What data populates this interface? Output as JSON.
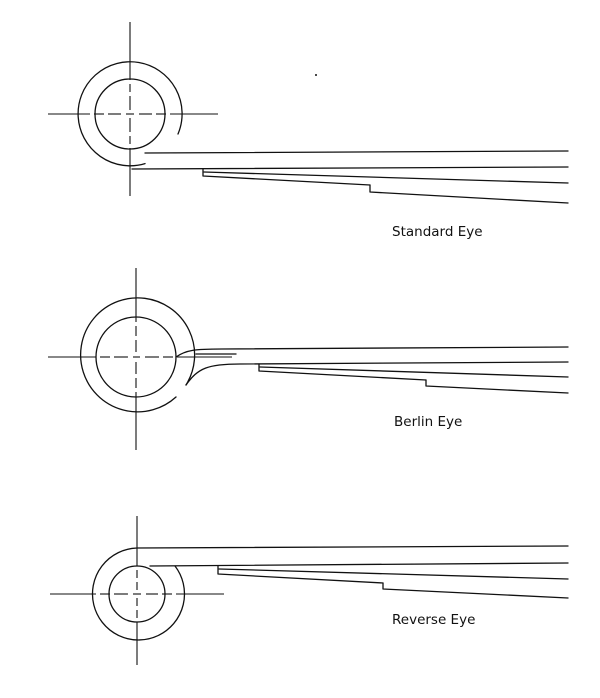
{
  "diagrams": [
    {
      "caption": "Standard Eye"
    },
    {
      "caption": "Berlin Eye"
    },
    {
      "caption": "Reverse Eye"
    }
  ]
}
